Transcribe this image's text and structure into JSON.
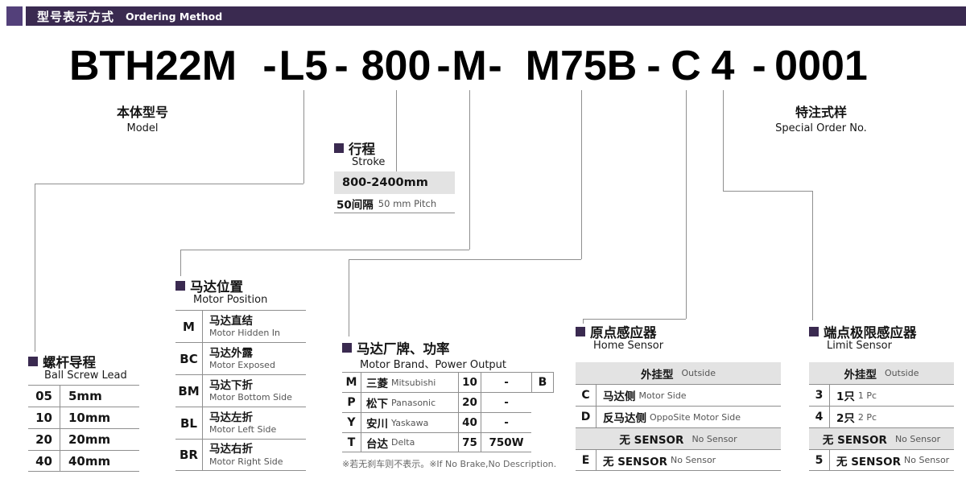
{
  "header": {
    "title_zh": "型号表示方式",
    "title_en": "Ordering Method"
  },
  "model_code": {
    "full": "BTH22M-L5-800-M-M75B-C4-0001",
    "parts": [
      "BTH22M",
      "-",
      "L5",
      "-",
      "800",
      "-",
      "M",
      "-",
      "M75B",
      "-",
      "C",
      "4",
      "-",
      "0001"
    ]
  },
  "labels": {
    "model": {
      "zh": "本体型号",
      "en": "Model"
    },
    "special_order": {
      "zh": "特注式样",
      "en": "Special Order No."
    }
  },
  "sections": {
    "stroke": {
      "title_zh": "行程",
      "title_en": "Stroke",
      "range": "800-2400mm",
      "pitch_zh": "50间隔",
      "pitch_en": "50 mm Pitch"
    },
    "ball_screw_lead": {
      "title_zh": "螺杆导程",
      "title_en": "Ball Screw Lead",
      "rows": [
        {
          "code": "05",
          "value": "5mm"
        },
        {
          "code": "10",
          "value": "10mm"
        },
        {
          "code": "20",
          "value": "20mm"
        },
        {
          "code": "40",
          "value": "40mm"
        }
      ]
    },
    "motor_position": {
      "title_zh": "马达位置",
      "title_en": "Motor Position",
      "rows": [
        {
          "code": "M",
          "zh": "马达直结",
          "en": "Motor Hidden In"
        },
        {
          "code": "BC",
          "zh": "马达外露",
          "en": "Motor Exposed"
        },
        {
          "code": "BM",
          "zh": "马达下折",
          "en": "Motor Bottom Side"
        },
        {
          "code": "BL",
          "zh": "马达左折",
          "en": "Motor Left Side"
        },
        {
          "code": "BR",
          "zh": "马达右折",
          "en": "Motor Right Side"
        }
      ]
    },
    "motor_brand": {
      "title_zh": "马达厂牌、功率",
      "title_en": "Motor Brand、Power Output",
      "rows": [
        {
          "code": "M",
          "brand_zh": "三菱",
          "brand_en": "Mitsubishi",
          "power_code": "10",
          "power": "-",
          "brake": "B"
        },
        {
          "code": "P",
          "brand_zh": "松下",
          "brand_en": "Panasonic",
          "power_code": "20",
          "power": "-",
          "brake": ""
        },
        {
          "code": "Y",
          "brand_zh": "安川",
          "brand_en": "Yaskawa",
          "power_code": "40",
          "power": "-",
          "brake": ""
        },
        {
          "code": "T",
          "brand_zh": "台达",
          "brand_en": "Delta",
          "power_code": "75",
          "power": "750W",
          "brake": ""
        }
      ],
      "note": "※若无刹车则不表示。※If No Brake,No Description."
    },
    "home_sensor": {
      "title_zh": "原点感应器",
      "title_en": "Home Sensor",
      "group_zh": "外挂型",
      "group_en": "Outside",
      "rows": [
        {
          "code": "C",
          "zh": "马达侧",
          "en": "Motor Side"
        },
        {
          "code": "D",
          "zh": "反马达侧",
          "en": "OppoSite Motor Side"
        }
      ],
      "band_zh": "无 SENSOR",
      "band_en": "No Sensor",
      "no_sensor_row": {
        "code": "E",
        "zh": "无 SENSOR",
        "en": "No Sensor"
      }
    },
    "limit_sensor": {
      "title_zh": "端点极限感应器",
      "title_en": "Limit Sensor",
      "group_zh": "外挂型",
      "group_en": "Outside",
      "rows": [
        {
          "code": "3",
          "zh": "1只",
          "en": "1 Pc"
        },
        {
          "code": "4",
          "zh": "2只",
          "en": "2 Pc"
        }
      ],
      "band_zh": "无 SENSOR",
      "band_en": "No Sensor",
      "no_sensor_row": {
        "code": "5",
        "zh": "无 SENSOR",
        "en": "No Sensor"
      }
    }
  },
  "colors": {
    "accent": "#3a2a50",
    "accent_light": "#53407a",
    "line": "#8f8f8f",
    "table_header_bg": "#e3e3e3",
    "text": "#151515"
  }
}
